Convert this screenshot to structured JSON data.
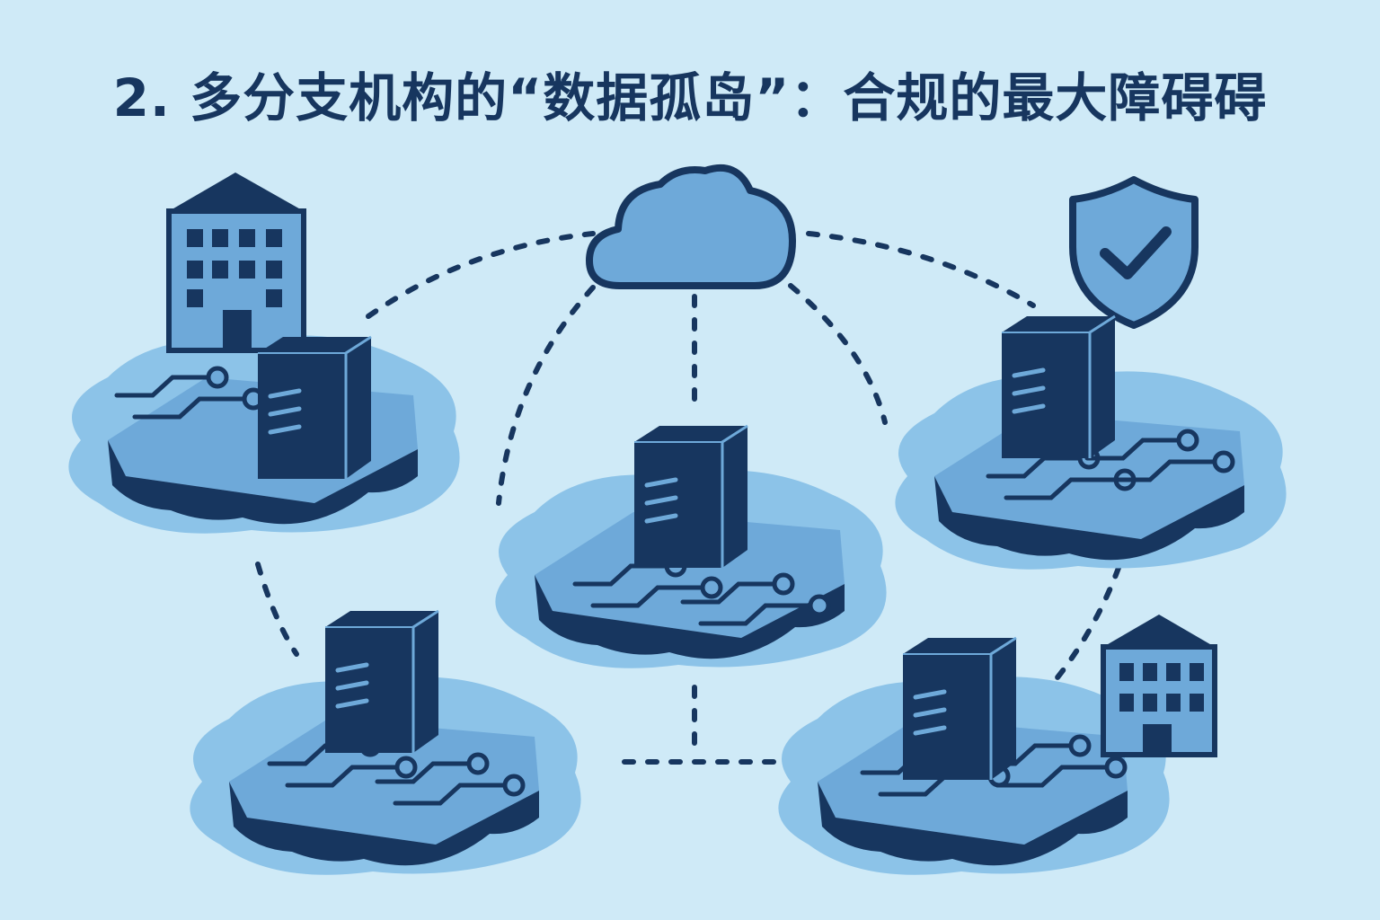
{
  "title": "2. 多分支机构的“数据孤岛”：合规的最大障碍碍",
  "colors": {
    "background": "#cfeaf7",
    "dark": "#17365f",
    "mid": "#6ea9d9",
    "water": "#8cc3e8"
  },
  "nodes": [
    {
      "id": "cloud",
      "icon": "cloud-icon"
    },
    {
      "id": "top-left-branch",
      "icon": "office-building-icon"
    },
    {
      "id": "top-right-branch",
      "icon": "shield-check-icon"
    },
    {
      "id": "center-branch",
      "icon": "server-icon"
    },
    {
      "id": "bottom-left-branch",
      "icon": "server-icon"
    },
    {
      "id": "bottom-right-branch",
      "icon": "office-building-icon"
    }
  ]
}
